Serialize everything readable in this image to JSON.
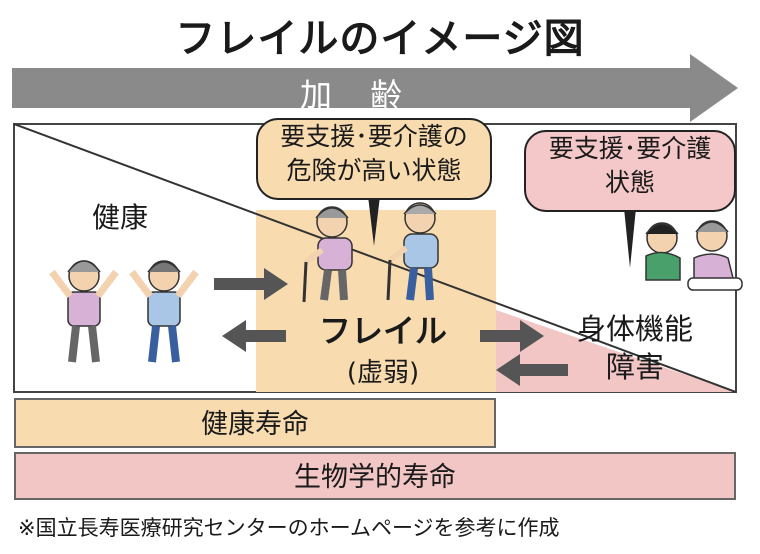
{
  "title": "フレイルのイメージ図",
  "aging_label": "加 齢",
  "bubbles": {
    "frail_line1": "要支援･要介護の",
    "frail_line2": "危険が高い状態",
    "care_line1": "要支援･要介護",
    "care_line2": "状態"
  },
  "stages": {
    "healthy": "健康",
    "frail": "フレイル",
    "frail_sub": "(虚弱)",
    "disability_line1": "身体機能",
    "disability_line2": "障害"
  },
  "bars": {
    "healthy_lifespan": "健康寿命",
    "biological_lifespan": "生物学的寿命"
  },
  "footnote": "※国立長寿医療研究センターのホームページを参考に作成",
  "colors": {
    "arrow_gray": "#8a8a8a",
    "frail_beige": "#f8dcb0",
    "disability_pink": "#f3c6c6"
  }
}
